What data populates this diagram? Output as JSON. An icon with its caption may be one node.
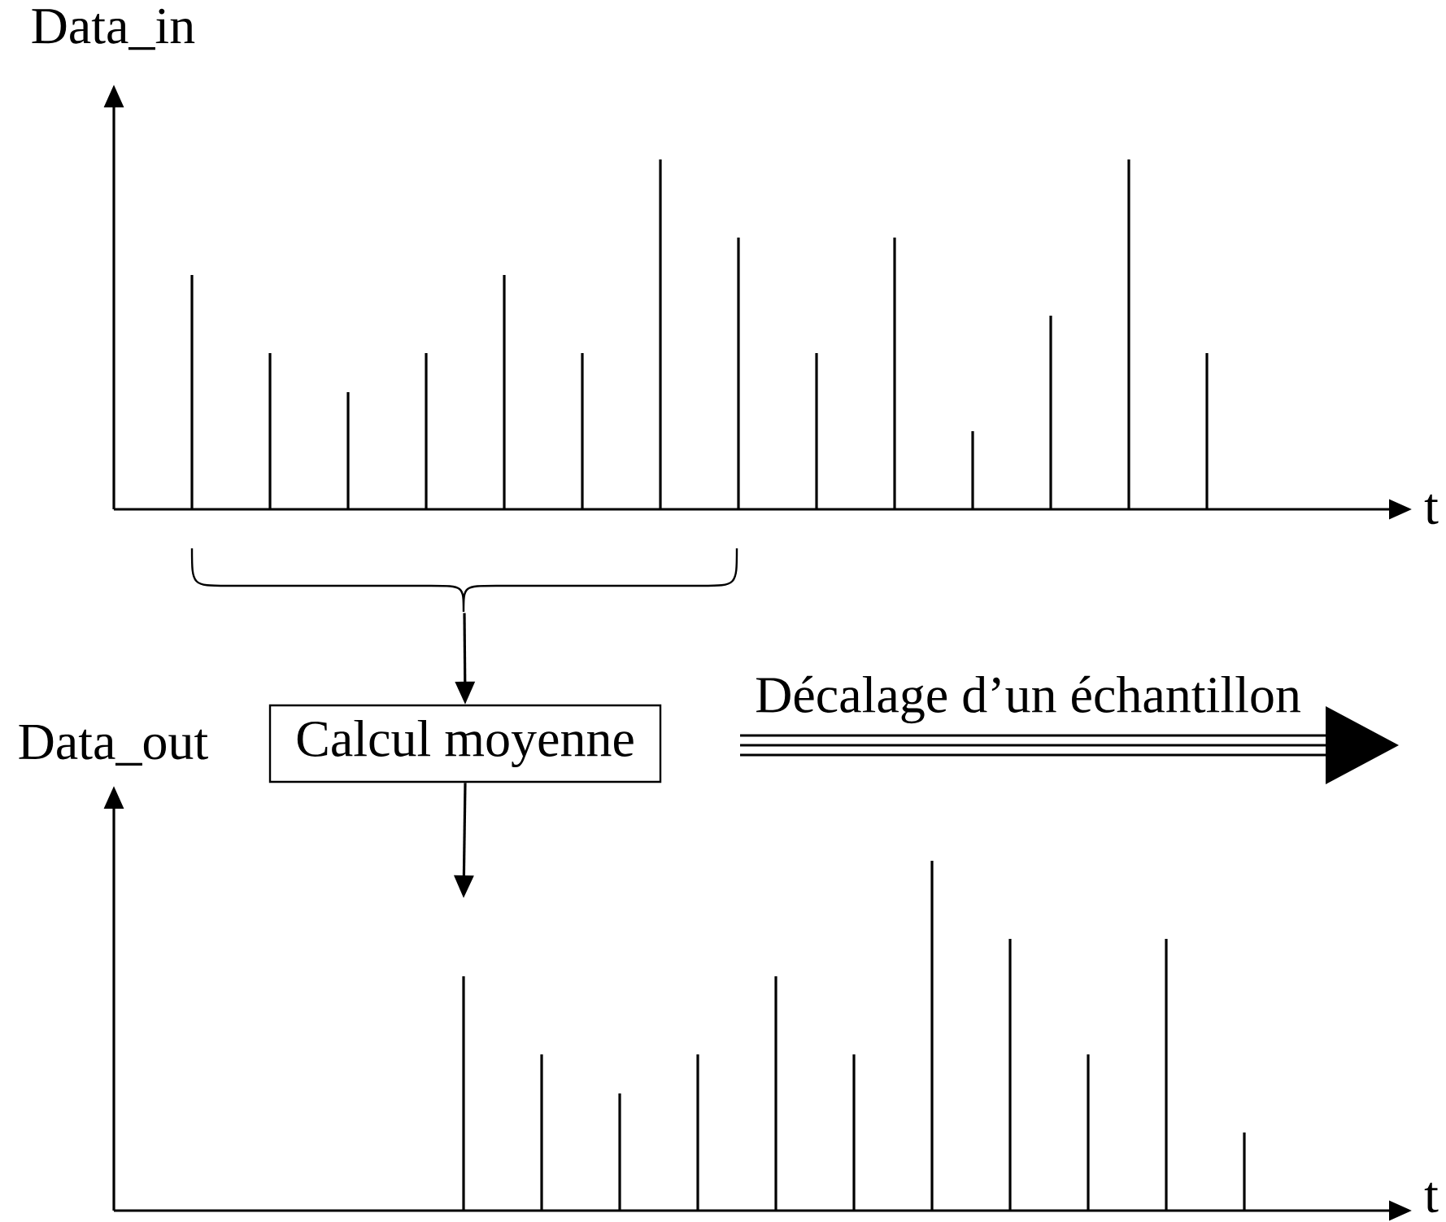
{
  "diagram": {
    "nodes": [
      {
        "text": [
          "Calcul moyenne"
        ]
      },
      {
        "text": [],
        "shape": "brace"
      }
    ],
    "edges": [
      {
        "from": 1,
        "to": 0,
        "arrow": "to"
      },
      {
        "from": 0,
        "to": null,
        "arrow": "to"
      }
    ],
    "labels": [
      "Data_in",
      "t",
      "Data_out",
      "Décalage d’un échantillon",
      "t"
    ]
  }
}
